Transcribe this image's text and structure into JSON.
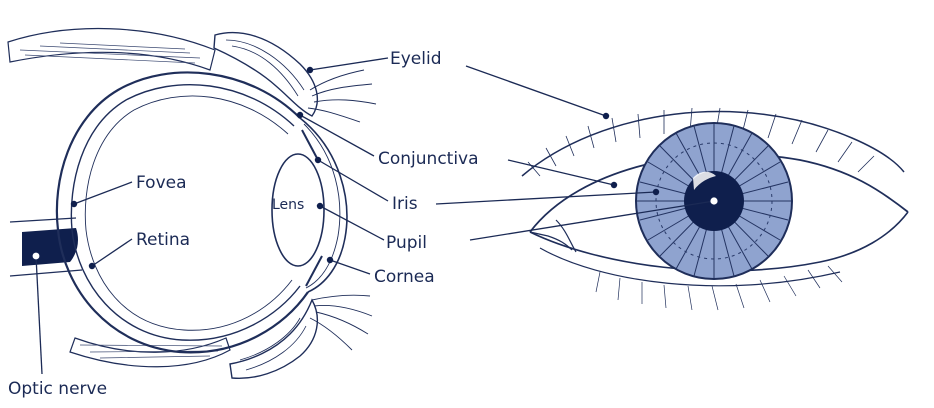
{
  "labels": {
    "eyelid": "Eyelid",
    "conjunctiva": "Conjunctiva",
    "fovea": "Fovea",
    "iris": "Iris",
    "lens": "Lens",
    "retina": "Retina",
    "pupil": "Pupil",
    "cornea": "Cornea",
    "optic_nerve": "Optic nerve"
  },
  "colors": {
    "ink": "#1b2a55",
    "iris_fill": "#8fa3cf",
    "pupil_fill": "#0f1f4d"
  }
}
